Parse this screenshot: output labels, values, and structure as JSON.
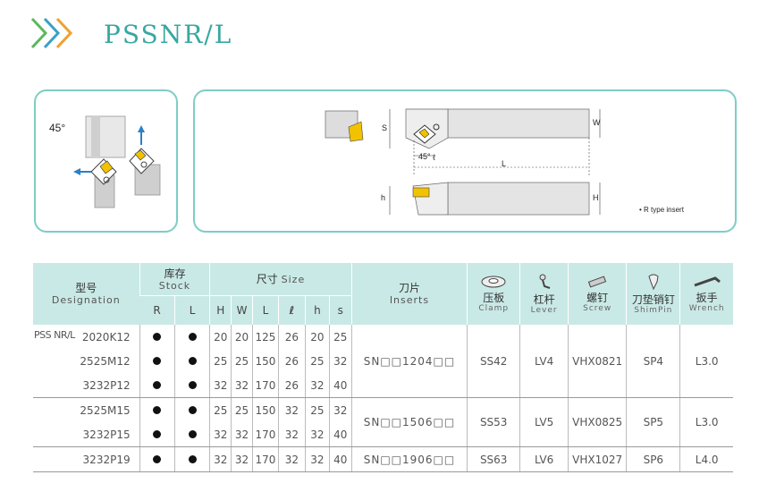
{
  "header": {
    "title": "PSSNR/L"
  },
  "left_panel": {
    "angle_label": "45°"
  },
  "right_panel": {
    "dims": {
      "S": "S",
      "W": "W",
      "L": "L",
      "h": "h",
      "H": "H",
      "angle": "45°",
      "l": "ℓ"
    },
    "note": "• R type insert"
  },
  "table": {
    "headers": {
      "designation_cn": "型号",
      "designation_en": "Designation",
      "stock_cn": "库存",
      "stock_en": "Stock",
      "size_cn": "尺寸",
      "size_en": "Size",
      "inserts_cn": "刀片",
      "inserts_en": "Inserts",
      "clamp_cn": "压板",
      "clamp_en": "Clamp",
      "lever_cn": "杠杆",
      "lever_en": "Lever",
      "screw_cn": "螺钉",
      "screw_en": "Screw",
      "shimpin_cn": "刀垫销钉",
      "shimpin_en": "ShimPin",
      "wrench_cn": "扳手",
      "wrench_en": "Wrench",
      "R": "R",
      "L": "L",
      "H": "H",
      "W": "W",
      "Lc": "L",
      "l": "ℓ",
      "h": "h",
      "s": "s"
    },
    "prefix": "PSS NR/L",
    "rows": [
      {
        "designation": "2020K12",
        "R": true,
        "L": true,
        "H": "20",
        "W": "20",
        "Lv": "125",
        "l": "26",
        "h": "20",
        "s": "25"
      },
      {
        "designation": "2525M12",
        "R": true,
        "L": true,
        "H": "25",
        "W": "25",
        "Lv": "150",
        "l": "26",
        "h": "25",
        "s": "32"
      },
      {
        "designation": "3232P12",
        "R": true,
        "L": true,
        "H": "32",
        "W": "32",
        "Lv": "170",
        "l": "26",
        "h": "32",
        "s": "40"
      },
      {
        "designation": "2525M15",
        "R": true,
        "L": true,
        "H": "25",
        "W": "25",
        "Lv": "150",
        "l": "32",
        "h": "25",
        "s": "32"
      },
      {
        "designation": "3232P15",
        "R": true,
        "L": true,
        "H": "32",
        "W": "32",
        "Lv": "170",
        "l": "32",
        "h": "32",
        "s": "40"
      },
      {
        "designation": "3232P19",
        "R": true,
        "L": true,
        "H": "32",
        "W": "32",
        "Lv": "170",
        "l": "32",
        "h": "32",
        "s": "40"
      }
    ],
    "groups": [
      {
        "insert": "SN□□1204□□",
        "clamp": "SS42",
        "lever": "LV4",
        "screw": "VHX0821",
        "shimpin": "SP4",
        "wrench": "L3.0"
      },
      {
        "insert": "SN□□1506□□",
        "clamp": "SS53",
        "lever": "LV5",
        "screw": "VHX0825",
        "shimpin": "SP5",
        "wrench": "L3.0"
      },
      {
        "insert": "SN□□1906□□",
        "clamp": "SS63",
        "lever": "LV6",
        "screw": "VHX1027",
        "shimpin": "SP6",
        "wrench": "L4.0"
      }
    ]
  },
  "colors": {
    "accent": "#38a8a0",
    "header_bg": "#c9e9e6",
    "chevron_green": "#5cb85c",
    "chevron_orange": "#f0a030"
  }
}
